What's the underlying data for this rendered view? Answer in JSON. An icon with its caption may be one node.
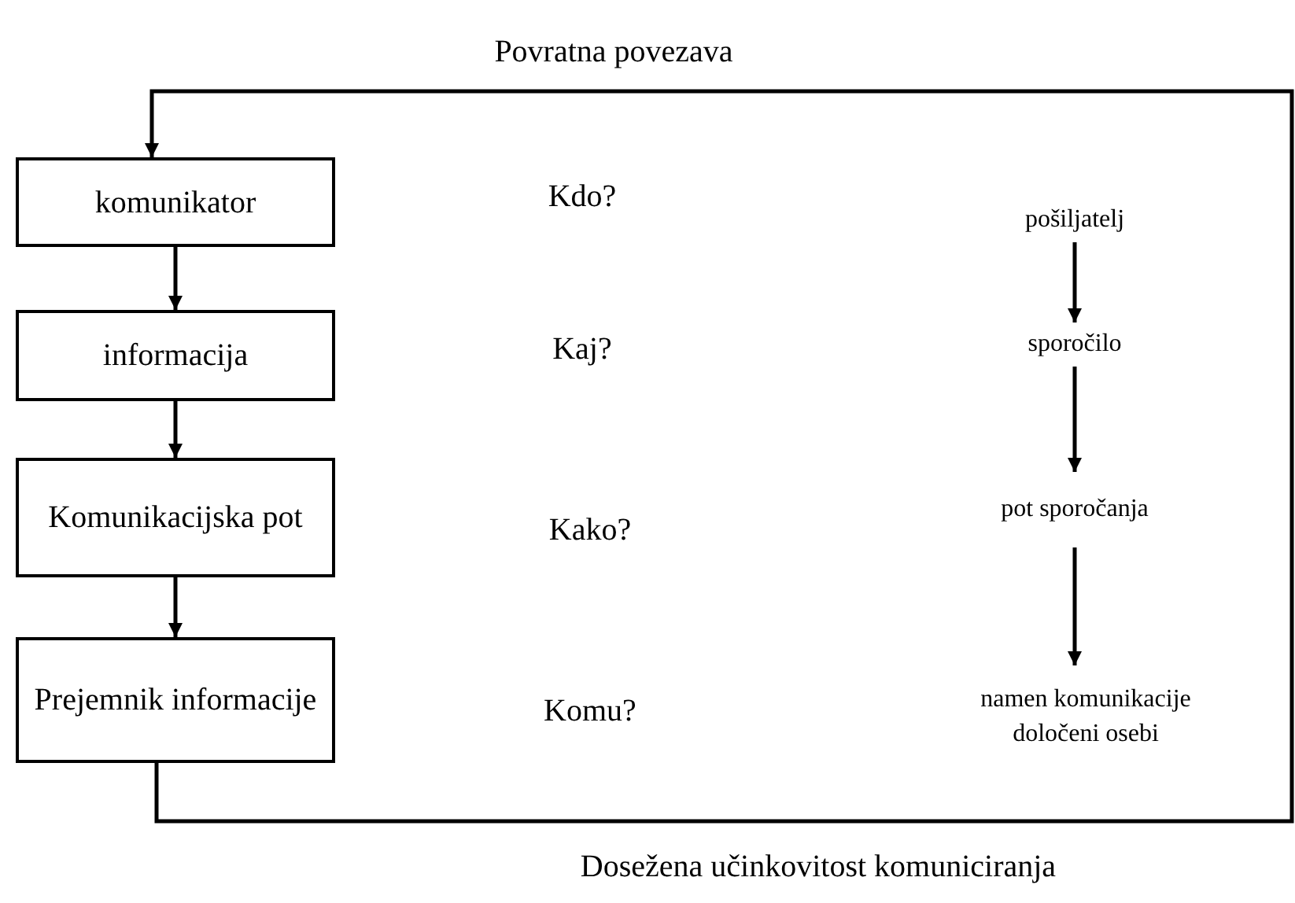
{
  "diagram": {
    "nodes": [
      {
        "text": [
          "komunikator"
        ]
      },
      {
        "text": [
          "informacija"
        ]
      },
      {
        "text": [
          "Komunikacijska pot"
        ]
      },
      {
        "text": [
          "Prejemnik informacije"
        ]
      },
      {
        "text": [
          "pošiljatelj"
        ]
      },
      {
        "text": [
          "sporočilo"
        ]
      },
      {
        "text": [
          "pot sporočanja"
        ]
      },
      {
        "text": [
          "namen komunikacije določeni osebi"
        ]
      }
    ],
    "edges": [
      {
        "from": 0,
        "to": 1,
        "arrow": "to"
      },
      {
        "from": 1,
        "to": 2,
        "arrow": "to"
      },
      {
        "from": 2,
        "to": 3,
        "arrow": "to"
      },
      {
        "from": 3,
        "to": 0,
        "arrow": "to"
      },
      {
        "from": 4,
        "to": 5,
        "arrow": "to"
      },
      {
        "from": 5,
        "to": 6,
        "arrow": "to"
      },
      {
        "from": 6,
        "to": 7,
        "arrow": "to"
      }
    ],
    "labels": [
      "Povratna povezava",
      "Kdo?",
      "Kaj?",
      "Kako?",
      "Komu?",
      "Dosežena učinkovitost komuniciranja"
    ]
  }
}
